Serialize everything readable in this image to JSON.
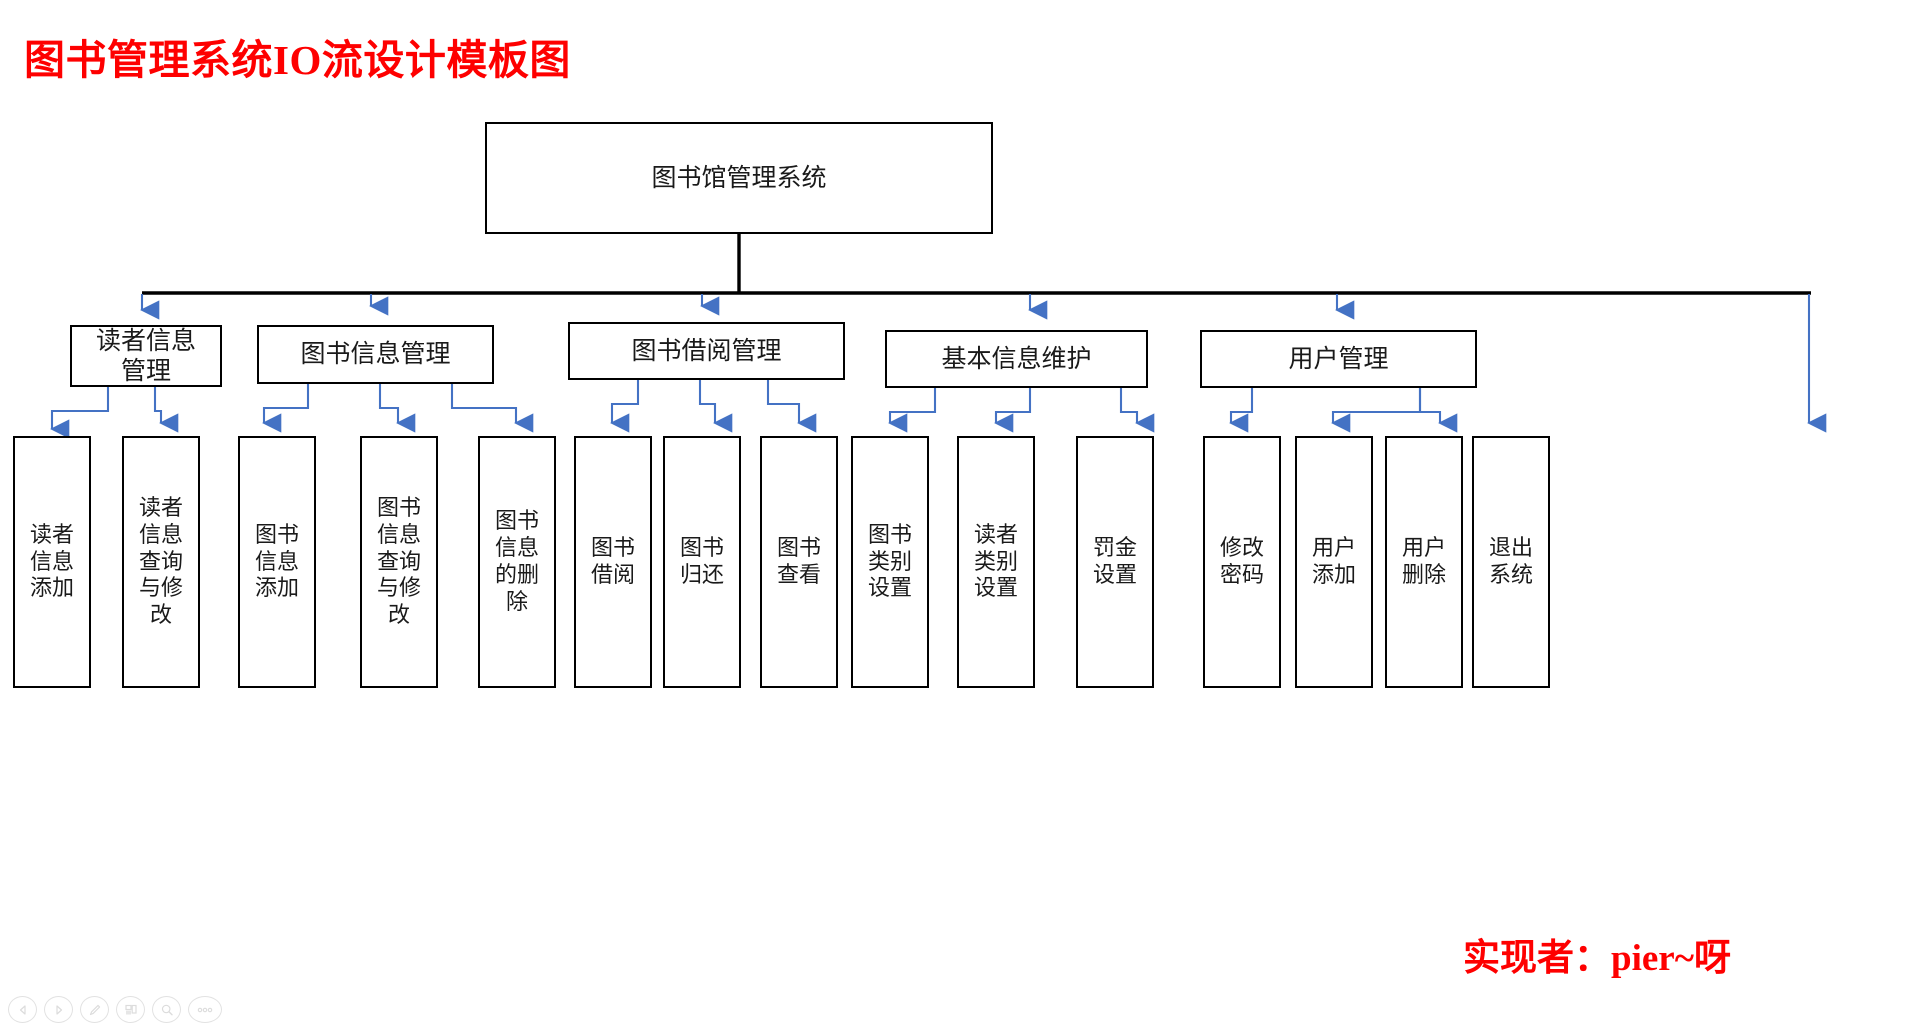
{
  "title": "图书管理系统IO流设计模板图",
  "credit": "实现者：pier~呀",
  "colors": {
    "title_red": "#fe0000",
    "box_border": "#000000",
    "connector_blue": "#4472c4",
    "trunk_black": "#000000",
    "page_background": "#ffffff"
  },
  "chart_data": {
    "type": "diagram",
    "diagram_kind": "org-chart-tree",
    "title": "图书管理系统IO流设计模板图",
    "root": "图书馆管理系统",
    "branches": [
      {
        "label": "读者信息管理",
        "children": [
          "读者信息添加",
          "读者信息查询与修改"
        ]
      },
      {
        "label": "图书信息管理",
        "children": [
          "图书信息添加",
          "图书信息查询与修改",
          "图书信息的删除"
        ]
      },
      {
        "label": "图书借阅管理",
        "children": [
          "图书借阅",
          "图书归还",
          "图书查看"
        ]
      },
      {
        "label": "基本信息维护",
        "children": [
          "图书类别设置",
          "读者类别设置",
          "罚金设置"
        ]
      },
      {
        "label": "用户管理",
        "children": [
          "修改密码",
          "用户添加",
          "用户删除"
        ]
      }
    ],
    "extra_leaf": "退出系统"
  },
  "nodes": {
    "root": {
      "label": "图书馆管理系统"
    },
    "level2": [
      {
        "label": "读者信息\n管理"
      },
      {
        "label": "图书信息管理"
      },
      {
        "label": "图书借阅管理"
      },
      {
        "label": "基本信息维护"
      },
      {
        "label": "用户管理"
      }
    ],
    "leaves": [
      {
        "label": "读者\n信息\n添加"
      },
      {
        "label": "读者\n信息\n查询\n与修\n改"
      },
      {
        "label": "图书\n信息\n添加"
      },
      {
        "label": "图书\n信息\n查询\n与修\n改"
      },
      {
        "label": "图书\n信息\n的删\n除"
      },
      {
        "label": "图书\n借阅"
      },
      {
        "label": "图书\n归还"
      },
      {
        "label": "图书\n查看"
      },
      {
        "label": "图书\n类别\n设置"
      },
      {
        "label": "读者\n类别\n设置"
      },
      {
        "label": "罚金\n设置"
      },
      {
        "label": "修改\n密码"
      },
      {
        "label": "用户\n添加"
      },
      {
        "label": "用户\n删除"
      },
      {
        "label": "退出\n系统"
      }
    ]
  },
  "toolbar": {
    "items": [
      {
        "icon": "previous-arrow-icon"
      },
      {
        "icon": "next-arrow-icon"
      },
      {
        "icon": "pen-edit-icon"
      },
      {
        "icon": "layout-grid-icon"
      },
      {
        "icon": "search-zoom-icon"
      },
      {
        "icon": "more-ellipsis-icon"
      }
    ]
  }
}
